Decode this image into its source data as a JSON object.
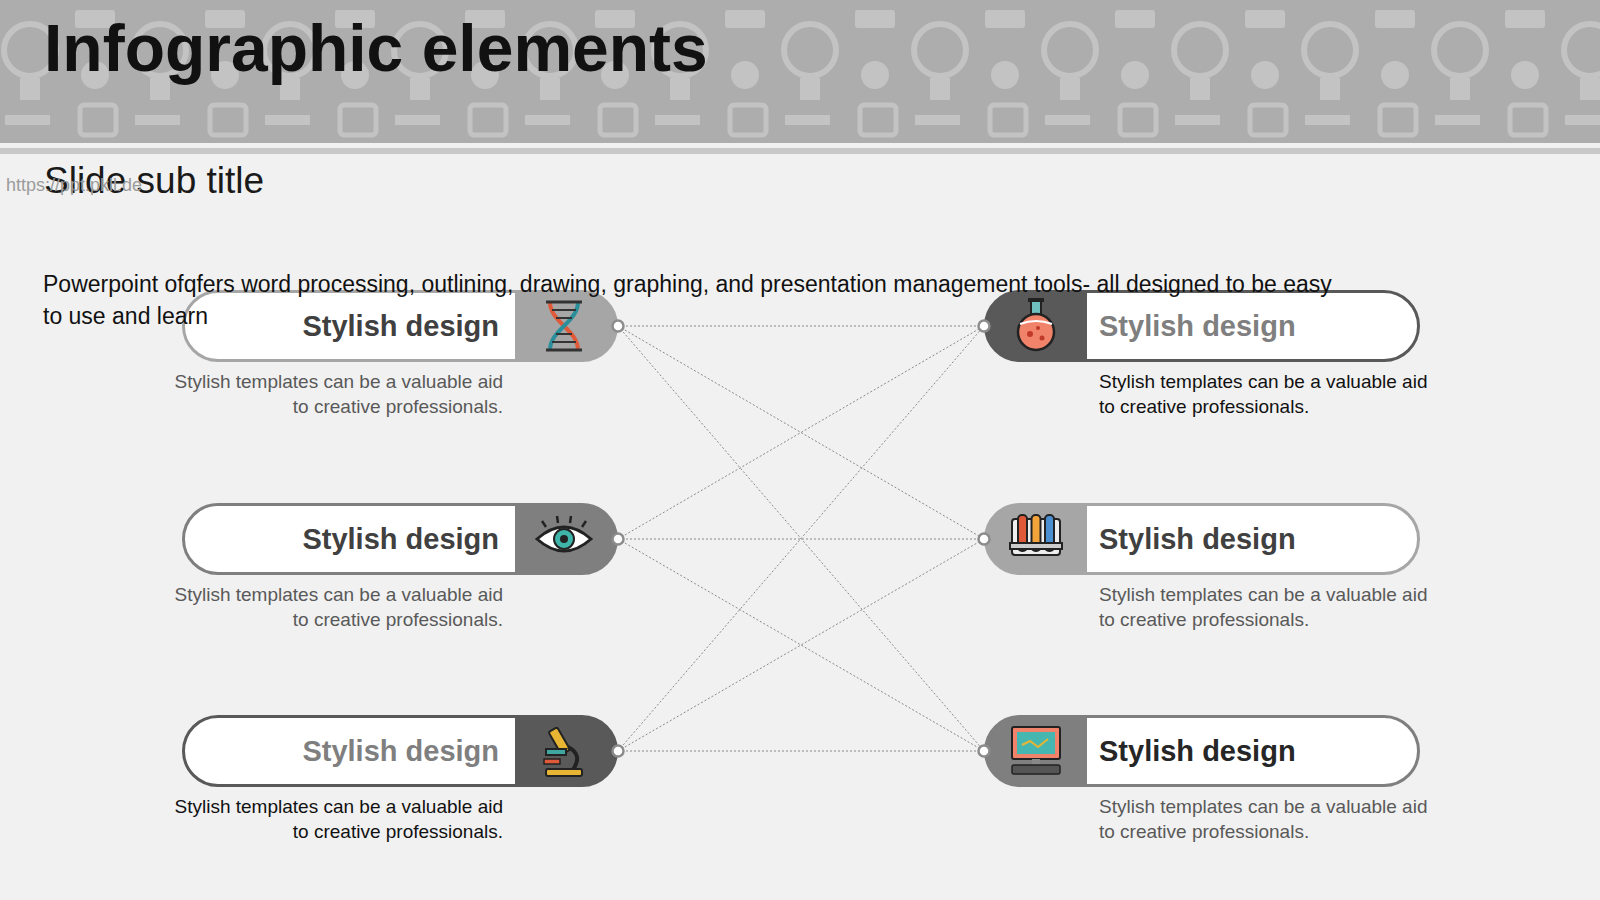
{
  "diagram": {
    "title": "Infographic elements",
    "nodes": [
      {
        "text": [
          "Stylish design",
          "Stylish templates can be a valuable aid to creative professionals."
        ]
      },
      {
        "text": [
          "Stylish design",
          "Stylish templates can be a valuable aid to creative professionals."
        ]
      },
      {
        "text": [
          "Stylish design",
          "Stylish templates can be a valuable aid to creative professionals."
        ]
      },
      {
        "text": [
          "Stylish design",
          "Stylish templates can be a valuable aid to creative professionals."
        ]
      },
      {
        "text": [
          "Stylish design",
          "Stylish templates can be a valuable aid to creative professionals."
        ]
      },
      {
        "text": [
          "Stylish design",
          "Stylish templates can be a valuable aid to creative professionals."
        ]
      }
    ],
    "edges": [
      {
        "from": 0,
        "to": 1,
        "arrow": "none"
      },
      {
        "from": 0,
        "to": 3,
        "arrow": "none"
      },
      {
        "from": 0,
        "to": 5,
        "arrow": "none"
      },
      {
        "from": 2,
        "to": 1,
        "arrow": "none"
      },
      {
        "from": 2,
        "to": 3,
        "arrow": "none"
      },
      {
        "from": 2,
        "to": 5,
        "arrow": "none"
      },
      {
        "from": 4,
        "to": 1,
        "arrow": "none"
      },
      {
        "from": 4,
        "to": 3,
        "arrow": "none"
      },
      {
        "from": 4,
        "to": 5,
        "arrow": "none"
      }
    ],
    "labels": [
      "Slide sub title",
      "Powerpoint ofqfers word processing, outlining, drawing, graphing, and presentation management tools- all designed to be easy to use and learn",
      "https://ppt.pkll.de"
    ]
  }
}
